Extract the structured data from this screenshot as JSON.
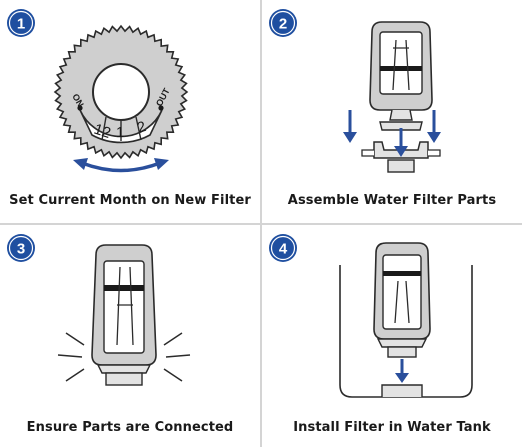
{
  "colors": {
    "badge": "#1f4fa0",
    "arrow_blue": "#2a4f9c",
    "outline": "#2b2b2b",
    "fill_gray": "#c9c9c9",
    "fill_light": "#e3e3e3",
    "divider": "#d4d4d4"
  },
  "steps": [
    {
      "number": "1",
      "caption": "Set Current Month on New Filter",
      "dial": {
        "left_label": "ON",
        "right_label": "OUT",
        "segments": [
          "12",
          "1",
          "2"
        ]
      }
    },
    {
      "number": "2",
      "caption": "Assemble Water Filter Parts"
    },
    {
      "number": "3",
      "caption": "Ensure Parts are Connected"
    },
    {
      "number": "4",
      "caption": "Install Filter in Water Tank"
    }
  ]
}
